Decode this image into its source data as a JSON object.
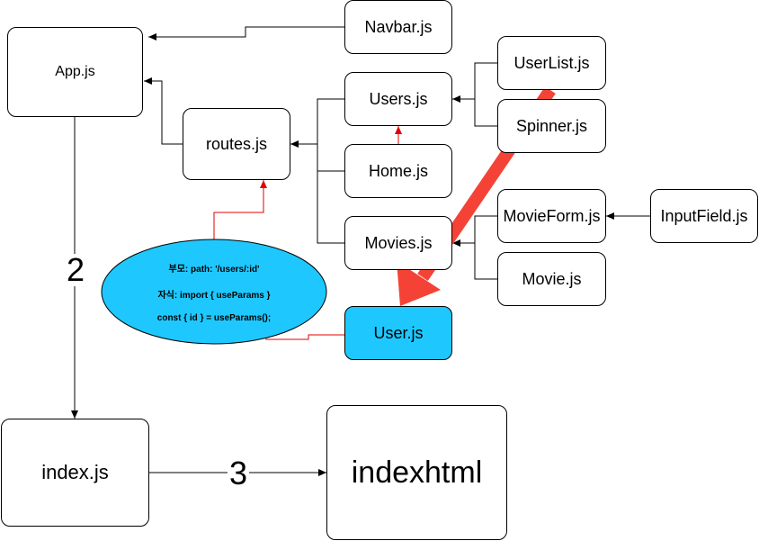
{
  "colors": {
    "arrow_red": "#f44336",
    "connector_red": "#e00000",
    "highlight_fill": "#1ec8ff",
    "line": "#000000"
  },
  "nodes": {
    "app": "App.js",
    "navbar": "Navbar.js",
    "routes": "routes.js",
    "users": "Users.js",
    "home": "Home.js",
    "movies": "Movies.js",
    "userlist": "UserList.js",
    "spinner": "Spinner.js",
    "movieform": "MovieForm.js",
    "inputfield": "InputField.js",
    "movie": "Movie.js",
    "user": "User.js",
    "index": "index.js",
    "indexhtml": "indexhtml"
  },
  "note": {
    "line1": "부모: path: '/users/:id'",
    "line2": "자식: import { useParams }",
    "line3": "const { id } = useParams();"
  },
  "edge_labels": {
    "app_to_index": "2",
    "index_to_html": "3"
  }
}
